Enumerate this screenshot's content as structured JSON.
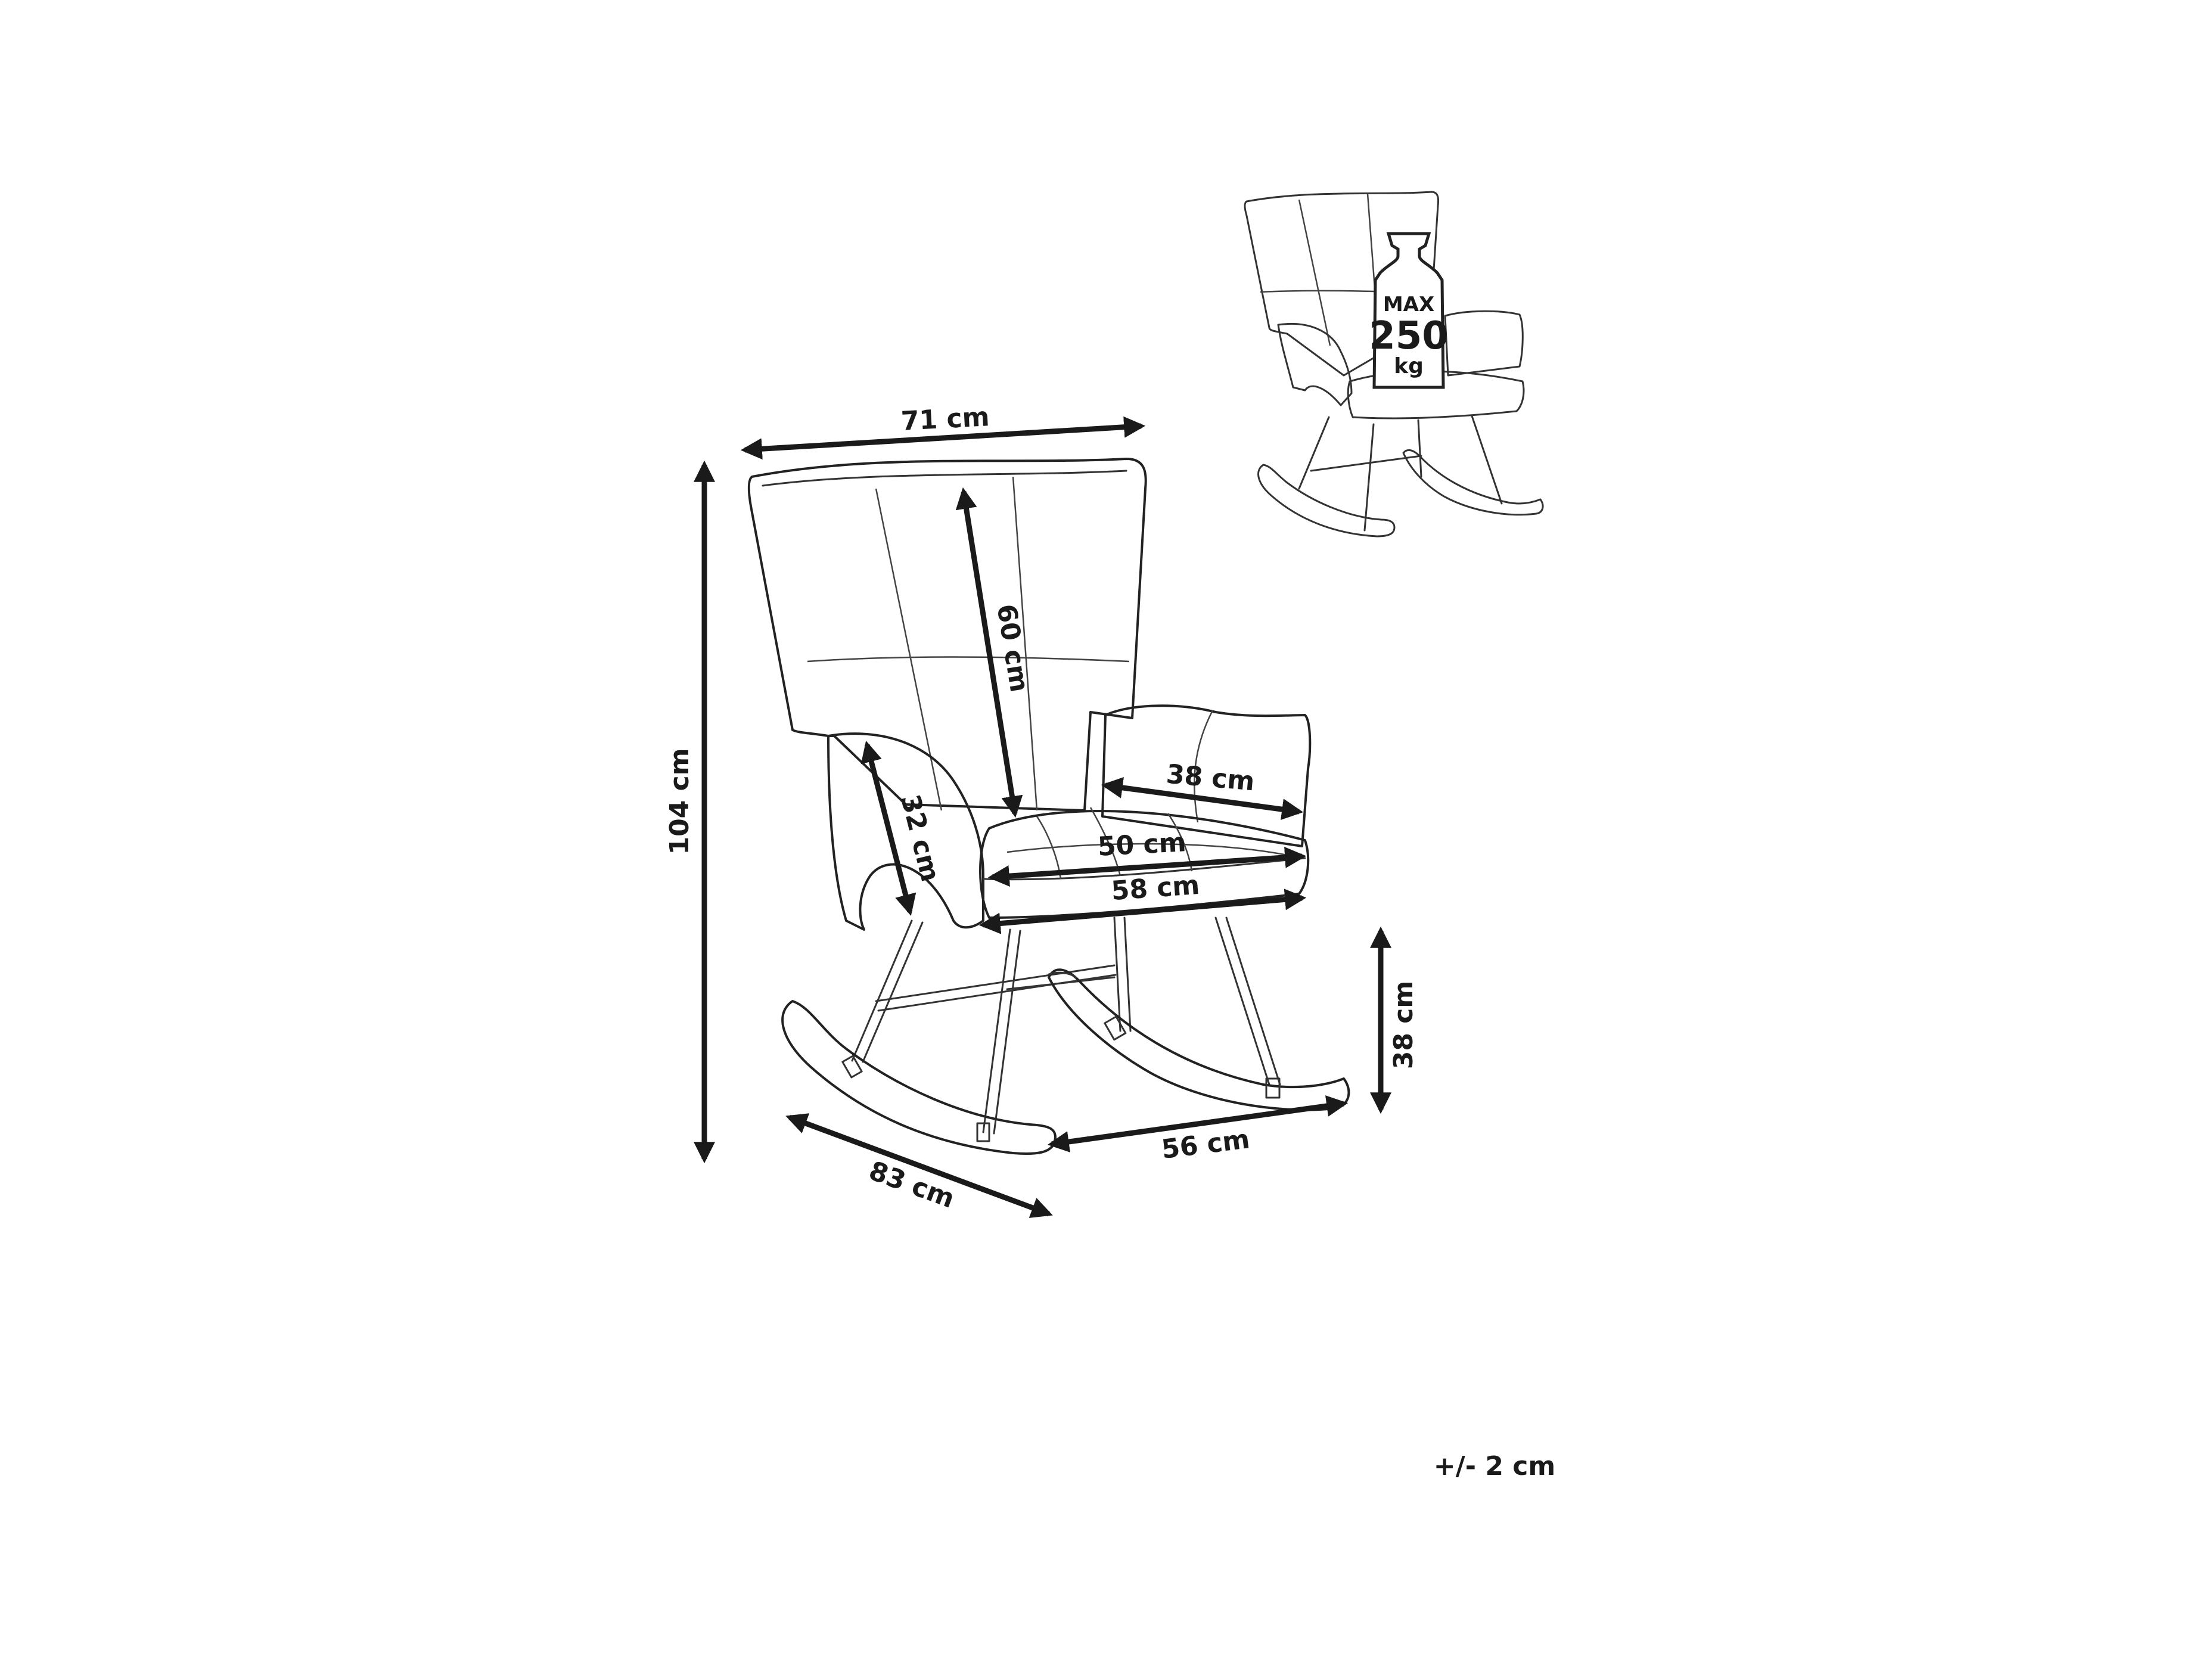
{
  "dimensions": {
    "total_width": "71 cm",
    "total_height": "104 cm",
    "backrest_height": "60 cm",
    "armrest_height": "32 cm",
    "armrest_depth": "38 cm",
    "seat_width_inner": "50 cm",
    "seat_width_outer": "58 cm",
    "rocker_width": "56 cm",
    "total_depth": "83 cm",
    "seat_height": "38 cm"
  },
  "load_badge": {
    "line1": "MAX",
    "line2": "250",
    "line3": "kg"
  },
  "tolerance": "+/- 2 cm",
  "colors": {
    "line": "#222222",
    "background": "#ffffff"
  }
}
